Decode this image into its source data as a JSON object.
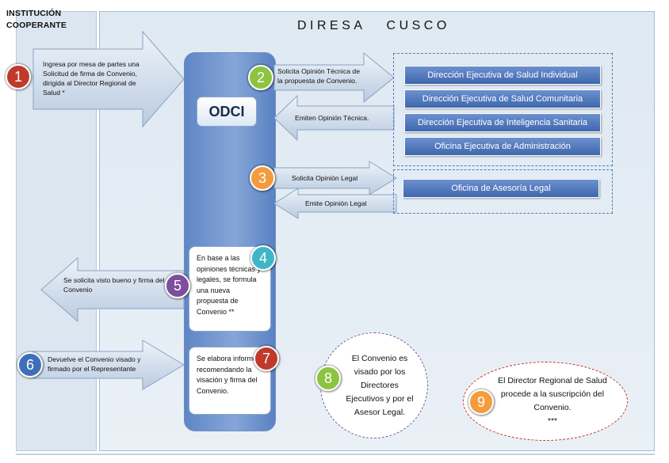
{
  "left_panel": {
    "title": "INSTITUCIÓN\nCOOPERANTE"
  },
  "main_panel": {
    "title": "DIRESA   CUSCO"
  },
  "odci": {
    "label": "ODCI"
  },
  "steps": {
    "s1": {
      "number": "1",
      "color": "#c0392b",
      "text": "Ingresa por mesa de partes una Solicitud de firma de Convenio, dirigida al Director Regional de Salud *"
    },
    "s2": {
      "number": "2",
      "color": "#8dc43f",
      "text": "Solicita Opinión Técnica de la propuesta de Convenio."
    },
    "s2r": {
      "text": "Emiten Opinión Técnica."
    },
    "s3": {
      "number": "3",
      "color": "#f39c3d",
      "text": "Solicita Opinión Legal"
    },
    "s3r": {
      "text": "Emite Opinión Legal"
    },
    "s4": {
      "number": "4",
      "color": "#3fb6c7",
      "text": "En base a las opiniones técnicas y legales, se formula una nueva propuesta de Convenio **"
    },
    "s5": {
      "number": "5",
      "color": "#7d4e9f",
      "text": "Se solicita visto bueno y firma del Convenio"
    },
    "s6": {
      "number": "6",
      "color": "#3f6fb8",
      "text": "Devuelve el Convenio visado y firmado por el  Representante"
    },
    "s7": {
      "number": "7",
      "color": "#c0392b",
      "text": "Se elabora informe recomendando la visación y firma del Convenio."
    },
    "s8": {
      "number": "8",
      "color": "#8dc43f",
      "text": "El Convenio es visado por los Directores Ejecutivos y por el Asesor Legal."
    },
    "s9": {
      "number": "9",
      "color": "#f39c3d",
      "text": "El Director Regional de Salud procede a la suscripción del Convenio.\n***"
    }
  },
  "directorates": [
    "Dirección Ejecutiva de Salud Individual",
    "Dirección Ejecutiva de Salud Comunitaria",
    "Dirección Ejecutiva de Inteligencia Sanitaria",
    "Oficina Ejecutiva de Administración"
  ],
  "legal_office": "Oficina de Asesoría Legal"
}
